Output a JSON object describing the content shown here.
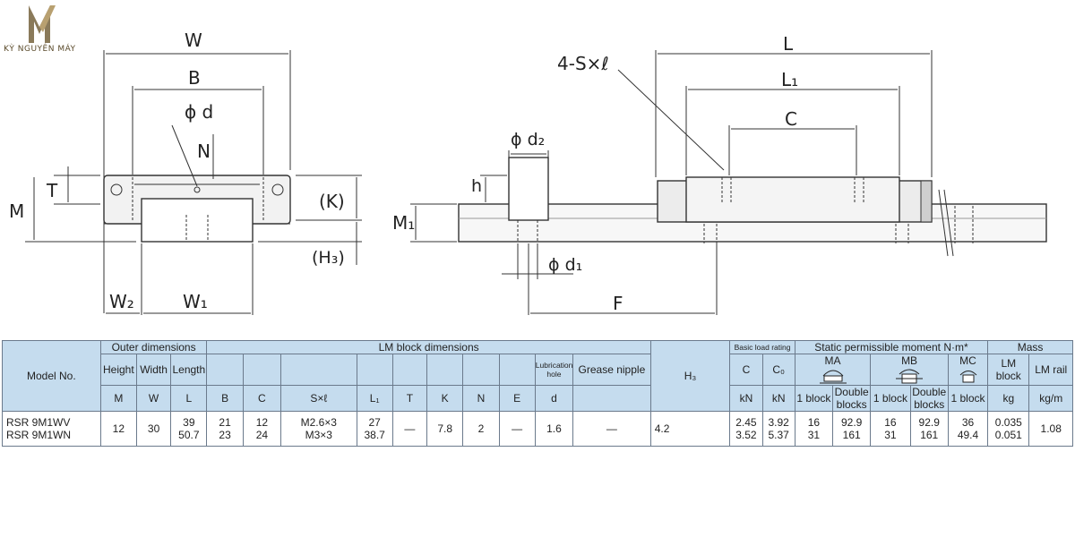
{
  "logo": {
    "text": "KỲ NGUYÊN MÁY"
  },
  "labels": {
    "W": "W",
    "B": "B",
    "phi_d": "ϕ d",
    "N": "N",
    "T": "T",
    "M": "M",
    "K": "(K)",
    "H3": "(H₃)",
    "W2": "W₂",
    "W1": "W₁",
    "L": "L",
    "L1": "L₁",
    "C": "C",
    "sxl": "4-S×ℓ",
    "phi_d2": "ϕ d₂",
    "h": "h",
    "M1": "M₁",
    "phi_d1": "ϕ d₁",
    "F": "F"
  },
  "table": {
    "model_no": "Model No.",
    "outer_dimensions": "Outer dimensions",
    "lm_block_dimensions": "LM block dimensions",
    "basic_load_rating": "Basic load rating",
    "static_moment": "Static permissible moment N·m*",
    "mass": "Mass",
    "height": "Height",
    "width": "Width",
    "length": "Length",
    "lubrication_hole": "Lubrication hole",
    "grease_nipple": "Grease nipple",
    "c": "C",
    "c0": "C₀",
    "ma": "MA",
    "mb": "MB",
    "mc": "MC",
    "lm_block": "LM block",
    "lm_rail": "LM rail",
    "block1": "1 block",
    "double": "Double blocks",
    "units": {
      "M": "M",
      "W": "W",
      "L": "L",
      "B": "B",
      "C": "C",
      "sxl": "S×ℓ",
      "L1": "L₁",
      "T": "T",
      "K": "K",
      "N": "N",
      "E": "E",
      "d": "d",
      "H3": "H₃",
      "kN1": "kN",
      "kN2": "kN",
      "kg": "kg",
      "kgm": "kg/m"
    },
    "rows": {
      "model": "RSR 9M1WV\nRSR 9M1WN",
      "M": "12",
      "W": "30",
      "L": "39\n50.7",
      "B": "21\n23",
      "C": "12\n24",
      "sxl": "M2.6×3\nM3×3",
      "L1": "27\n38.7",
      "T": "—",
      "K": "7.8",
      "N": "2",
      "E": "—",
      "d": "1.6",
      "grease": "—",
      "H3": "4.2",
      "c": "2.45\n3.52",
      "c0": "3.92\n5.37",
      "ma1": "16\n31",
      "ma2": "92.9\n161",
      "mb1": "16\n31",
      "mb2": "92.9\n161",
      "mc1": "36\n49.4",
      "kg": "0.035\n0.051",
      "kgm": "1.08"
    }
  }
}
